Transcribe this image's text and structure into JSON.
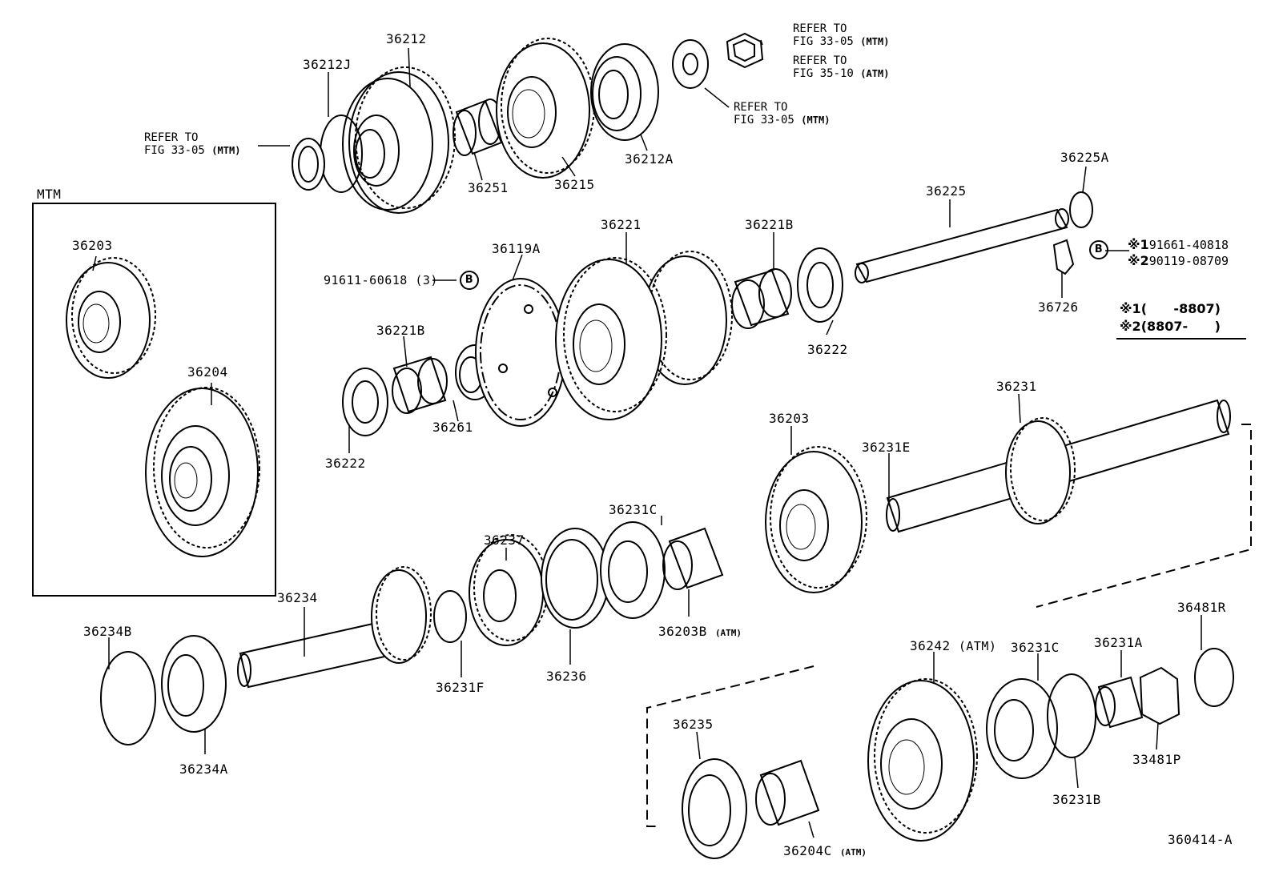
{
  "box_title": "MTM",
  "diagram_id": "360414-A",
  "refers": {
    "r1": {
      "line1": "REFER TO",
      "line2": "FIG 33-05",
      "tag": "(MTM)"
    },
    "r2": {
      "line1": "REFER TO",
      "line2": "FIG 33-05",
      "tag": "(MTM)"
    },
    "r3": {
      "line1": "REFER TO",
      "line2": "FIG 35-10",
      "tag": "(ATM)"
    },
    "r4": {
      "line1": "REFER TO",
      "line2": "FIG 33-05",
      "tag": "(MTM)"
    }
  },
  "fastener": {
    "part": "91611-60618",
    "qty": "(3)",
    "badge": "B"
  },
  "alt_badge": "B",
  "alternates": [
    {
      "mark": "※1",
      "part": "91661-40818"
    },
    {
      "mark": "※2",
      "part": "90119-08709"
    }
  ],
  "date_notes": [
    {
      "mark": "※1",
      "range": "(      -8807)"
    },
    {
      "mark": "※2",
      "range": "(8807-      )"
    }
  ],
  "labels": {
    "p36212": "36212",
    "p36212J": "36212J",
    "p36251": "36251",
    "p36215": "36215",
    "p36212A": "36212A",
    "p36225A": "36225A",
    "p36225": "36225",
    "p36726": "36726",
    "p36203_mtm": "36203",
    "p36204": "36204",
    "p36119A": "36119A",
    "p36221": "36221",
    "p36221B_top": "36221B",
    "p36221B_left": "36221B",
    "p36222_right": "36222",
    "p36222_left": "36222",
    "p36261": "36261",
    "p36231": "36231",
    "p36203_mid": "36203",
    "p36231E": "36231E",
    "p36231C_mid": "36231C",
    "p36237": "36237",
    "p36234": "36234",
    "p36234B": "36234B",
    "p36234A": "36234A",
    "p36231F": "36231F",
    "p36236": "36236",
    "p36203B": "36203B",
    "p36242": "36242",
    "p36231C_low": "36231C",
    "p36231A": "36231A",
    "p36481R": "36481R",
    "p33481P": "33481P",
    "p36231B": "36231B",
    "p36235": "36235",
    "p36204C": "36204C"
  },
  "tags": {
    "atm_36203B": "(ATM)",
    "atm_36242": "(ATM)",
    "atm_36204C": "(ATM)"
  }
}
